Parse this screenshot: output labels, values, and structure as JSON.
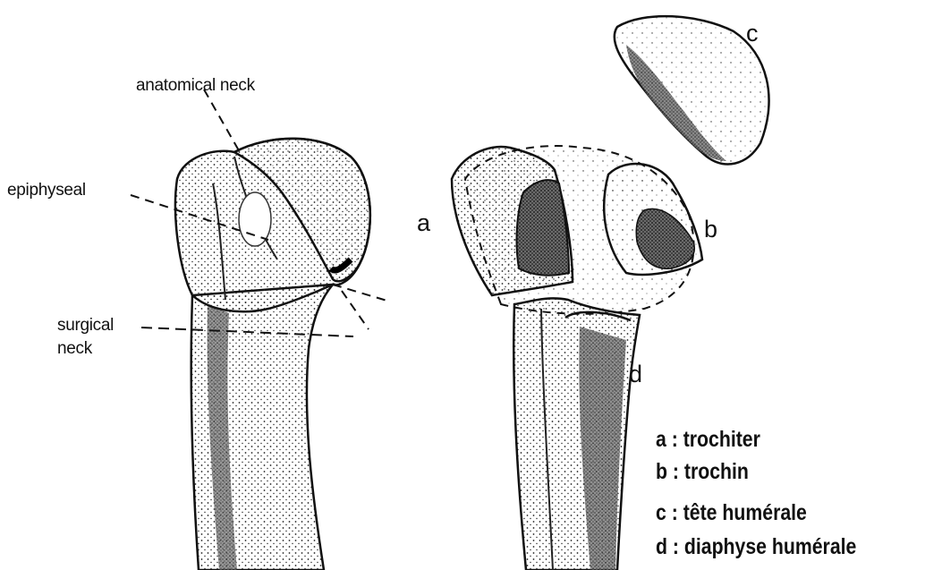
{
  "labels": {
    "anatomical_neck": "anatomical neck",
    "epiphyseal": "epiphyseal",
    "surgical_line1": "surgical",
    "surgical_line2": "neck",
    "a": "a",
    "b": "b",
    "c": "c",
    "d": "d"
  },
  "legend": [
    "a : trochiter",
    "b : trochin",
    "c : tête humérale",
    "d : diaphyse humérale"
  ]
}
